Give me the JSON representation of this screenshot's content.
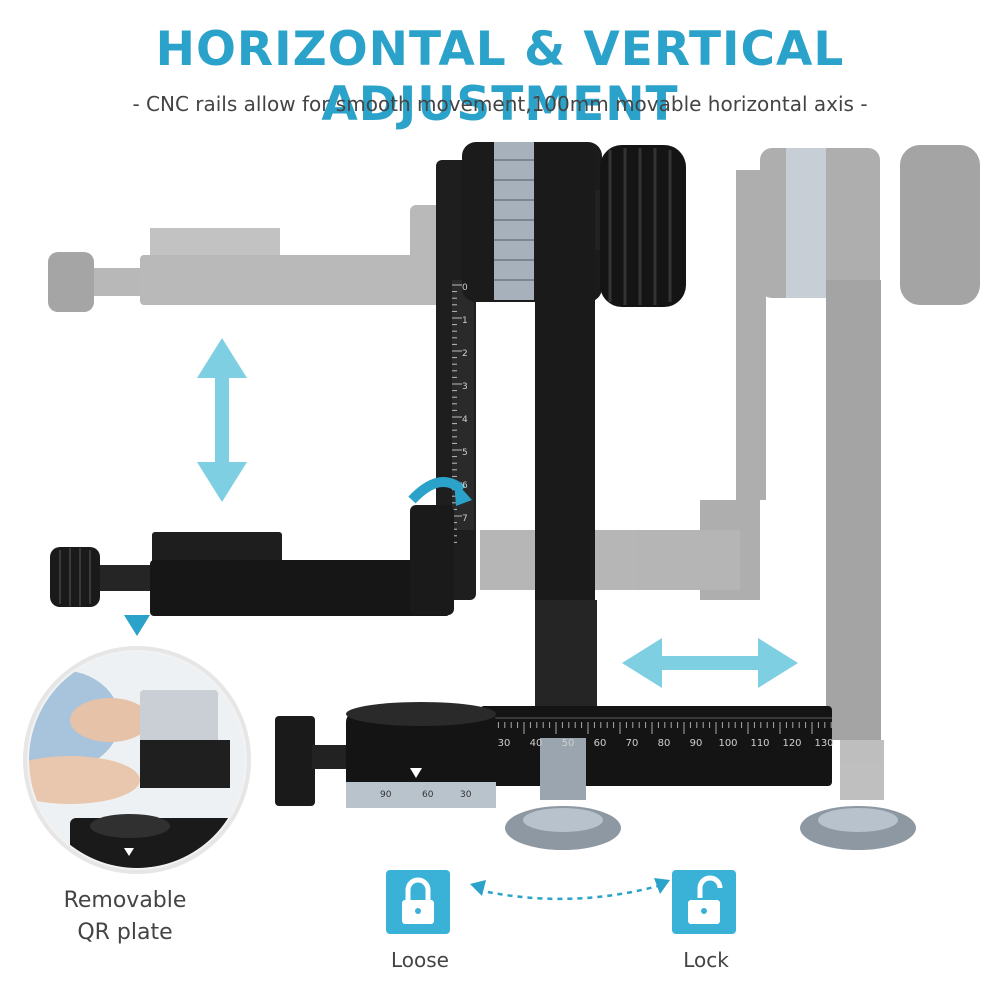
{
  "header": {
    "title": "HORIZONTAL & VERTICAL ADJUSTMENT",
    "subtitle": "- CNC rails allow for smooth movement,100mm movable horizontal axis -"
  },
  "callouts": {
    "qr_plate_line1": "Removable",
    "qr_plate_line2": "QR plate",
    "loose": "Loose",
    "lock": "Lock"
  },
  "rail_scale": [
    "30",
    "40",
    "50",
    "60",
    "70",
    "80",
    "90",
    "100",
    "110",
    "120",
    "130"
  ],
  "vertical_scale": [
    "0",
    "1",
    "2",
    "3",
    "4",
    "5",
    "6",
    "7"
  ],
  "dial_scale": [
    "90",
    "60",
    "30"
  ],
  "colors": {
    "accent": "#2ba2c9",
    "arrow": "#7fcfe3",
    "lock_box": "#3ab2d8",
    "metal_dark": "#1c1c1c",
    "metal_grey": "#8f8f8f"
  }
}
